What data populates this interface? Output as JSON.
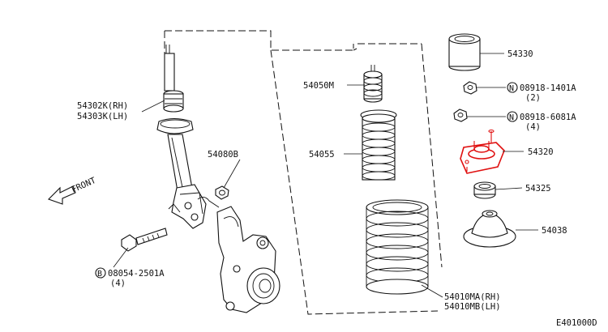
{
  "diagram": {
    "code": "E401000D",
    "front_label": "FRONT",
    "parts": {
      "strut_rh": "54302K(RH)",
      "strut_lh": "54303K(LH)",
      "bound_bumper": "54050M",
      "dust_cover": "54055",
      "bracket_bolt": "54080B",
      "bolt_nut": "08054-2501A",
      "bolt_nut_qty": "(4)",
      "spring_rh": "54010MA(RH)",
      "spring_lh": "54010MB(LH)",
      "cap": "54330",
      "nut_upper": "08918-1401A",
      "nut_upper_qty": "(2)",
      "nut_lower": "08918-6081A",
      "nut_lower_qty": "(4)",
      "mount_insulator": "54320",
      "bearing": "54325",
      "spring_seat": "54038",
      "n_mark": "N",
      "b_mark": "B"
    },
    "colors": {
      "highlight": "#e01010",
      "ink": "#111111"
    }
  }
}
